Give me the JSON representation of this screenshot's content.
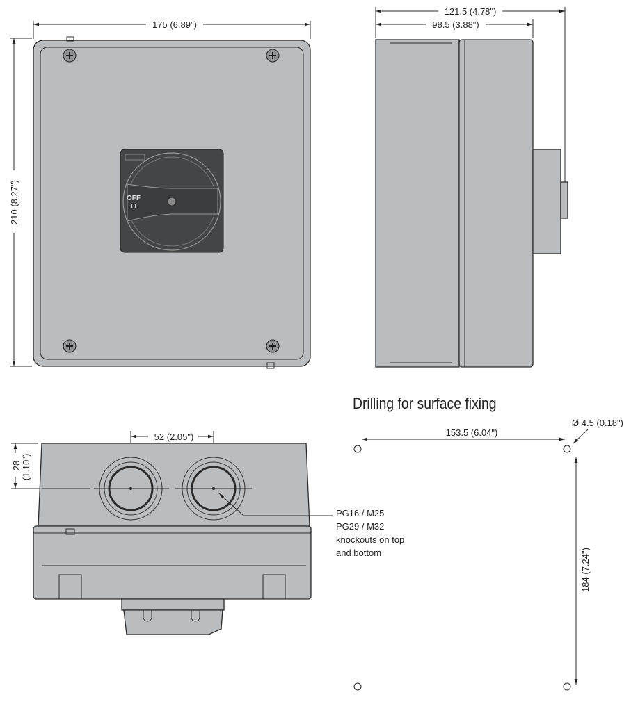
{
  "front_view": {
    "width_dim": "175 (6.89\")",
    "height_dim": "210 (8.27\")",
    "switch_label": "OFF",
    "switch_position": "O"
  },
  "side_view": {
    "depth_total_dim": "121.5 (4.78\")",
    "depth_body_dim": "98.5 (3.88\")"
  },
  "bottom_view": {
    "knockout_spacing_dim": "52 (2.05\")",
    "knockout_offset_dim": "28",
    "knockout_offset_inch": "(1.10\")",
    "callout_lines": [
      "PG16 / M25",
      "PG29 / M32",
      "knockouts on top",
      "and bottom"
    ]
  },
  "drilling": {
    "title": "Drilling for surface fixing",
    "horizontal_dim": "153.5 (6.04\")",
    "vertical_dim": "184 (7.24\")",
    "hole_dim": "Ø 4.5 (0.18\")"
  },
  "colors": {
    "housing": "#babdc0",
    "handle": "#434547",
    "line": "#2b2b2b"
  }
}
